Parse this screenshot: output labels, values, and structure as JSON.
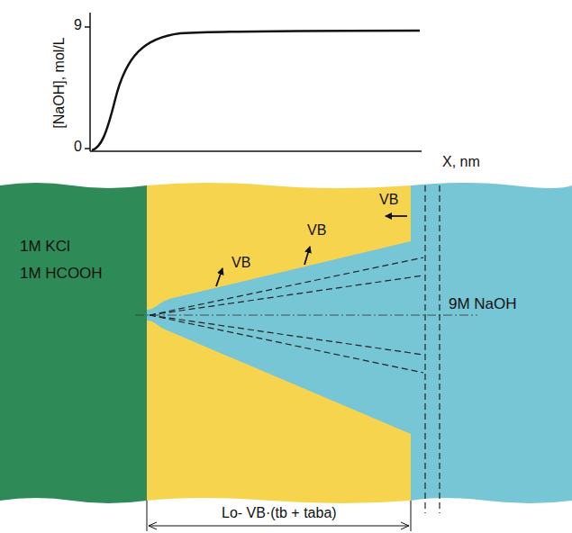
{
  "diagram": {
    "nodes": [
      {
        "text": [
          "1M KCl",
          "1M HCOOH"
        ]
      },
      {
        "text": [
          "9M NaOH"
        ]
      }
    ],
    "labels": [
      "[NaOH], mol/L",
      "9",
      "0",
      "X, nm",
      "VB",
      "VB",
      "VB",
      "Lo- VB·(tb + taba)"
    ]
  }
}
